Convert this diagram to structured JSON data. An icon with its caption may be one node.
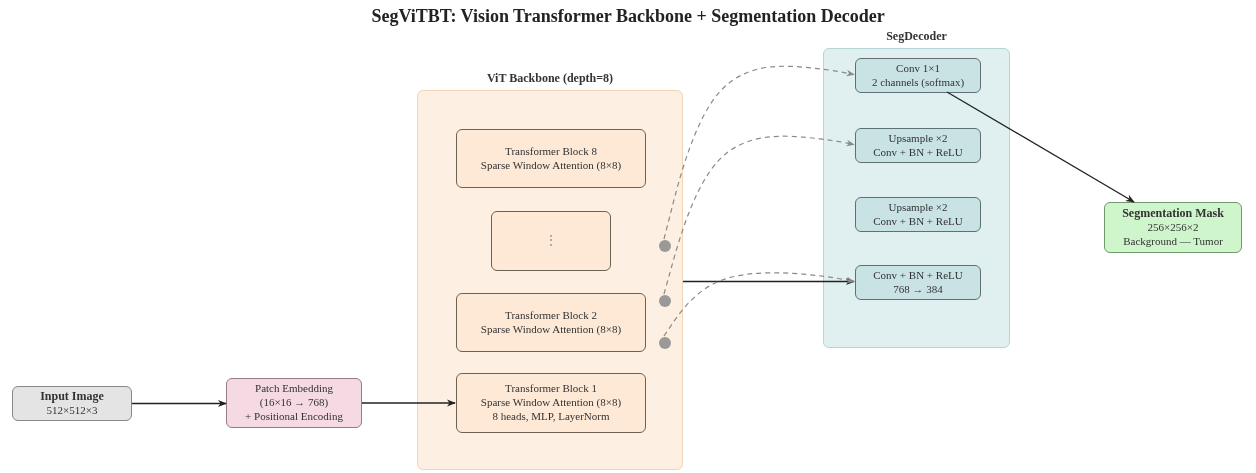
{
  "diagram": {
    "title": "SegViTBT: Vision Transformer Backbone + Segmentation Decoder",
    "nodes": [
      {
        "text": [
          "Input Image",
          "512×512×3"
        ]
      },
      {
        "text": [
          "Patch Embedding",
          "(16×16 → 768)",
          "+ Positional Encoding"
        ]
      },
      {
        "text": [
          "ViT Backbone (depth=8)"
        ]
      },
      {
        "text": [
          "Transformer Block 8",
          "Sparse Window Attention (8×8)"
        ],
        "in": 2
      },
      {
        "text": [
          "⋮"
        ],
        "in": 2
      },
      {
        "text": [
          "Transformer Block 2",
          "Sparse Window Attention (8×8)"
        ],
        "in": 2
      },
      {
        "text": [
          "Transformer Block 1",
          "Sparse Window Attention (8×8)",
          "8 heads, MLP, LayerNorm"
        ],
        "in": 2
      },
      {
        "text": [],
        "shape": "circle",
        "in": 2
      },
      {
        "text": [],
        "shape": "circle",
        "in": 2
      },
      {
        "text": [],
        "shape": "circle",
        "in": 2
      },
      {
        "text": [
          "SegDecoder"
        ]
      },
      {
        "text": [
          "Conv 1×1",
          "2 channels (softmax)"
        ],
        "in": 10
      },
      {
        "text": [
          "Upsample ×2",
          "Conv + BN + ReLU"
        ],
        "in": 10
      },
      {
        "text": [
          "Upsample ×2",
          "Conv + BN + ReLU"
        ],
        "in": 10
      },
      {
        "text": [
          "Conv + BN + ReLU",
          "768 → 384"
        ],
        "in": 10
      },
      {
        "text": [
          "Segmentation Mask",
          "256×256×2",
          "Background — Tumor"
        ]
      }
    ],
    "edges": [
      {
        "from": 0,
        "to": 1,
        "arrow": "to"
      },
      {
        "from": 1,
        "to": 6,
        "arrow": "to"
      },
      {
        "from": 2,
        "to": 14,
        "arrow": "to"
      },
      {
        "from": 7,
        "to": 11,
        "arrow": "to",
        "style": "dashed",
        "color": "#8a8a8a"
      },
      {
        "from": 8,
        "to": 12,
        "arrow": "to",
        "style": "dashed",
        "color": "#8a8a8a"
      },
      {
        "from": 9,
        "to": 14,
        "arrow": "to",
        "style": "dashed",
        "color": "#8a8a8a"
      },
      {
        "from": 11,
        "to": 15,
        "arrow": "to"
      }
    ]
  }
}
